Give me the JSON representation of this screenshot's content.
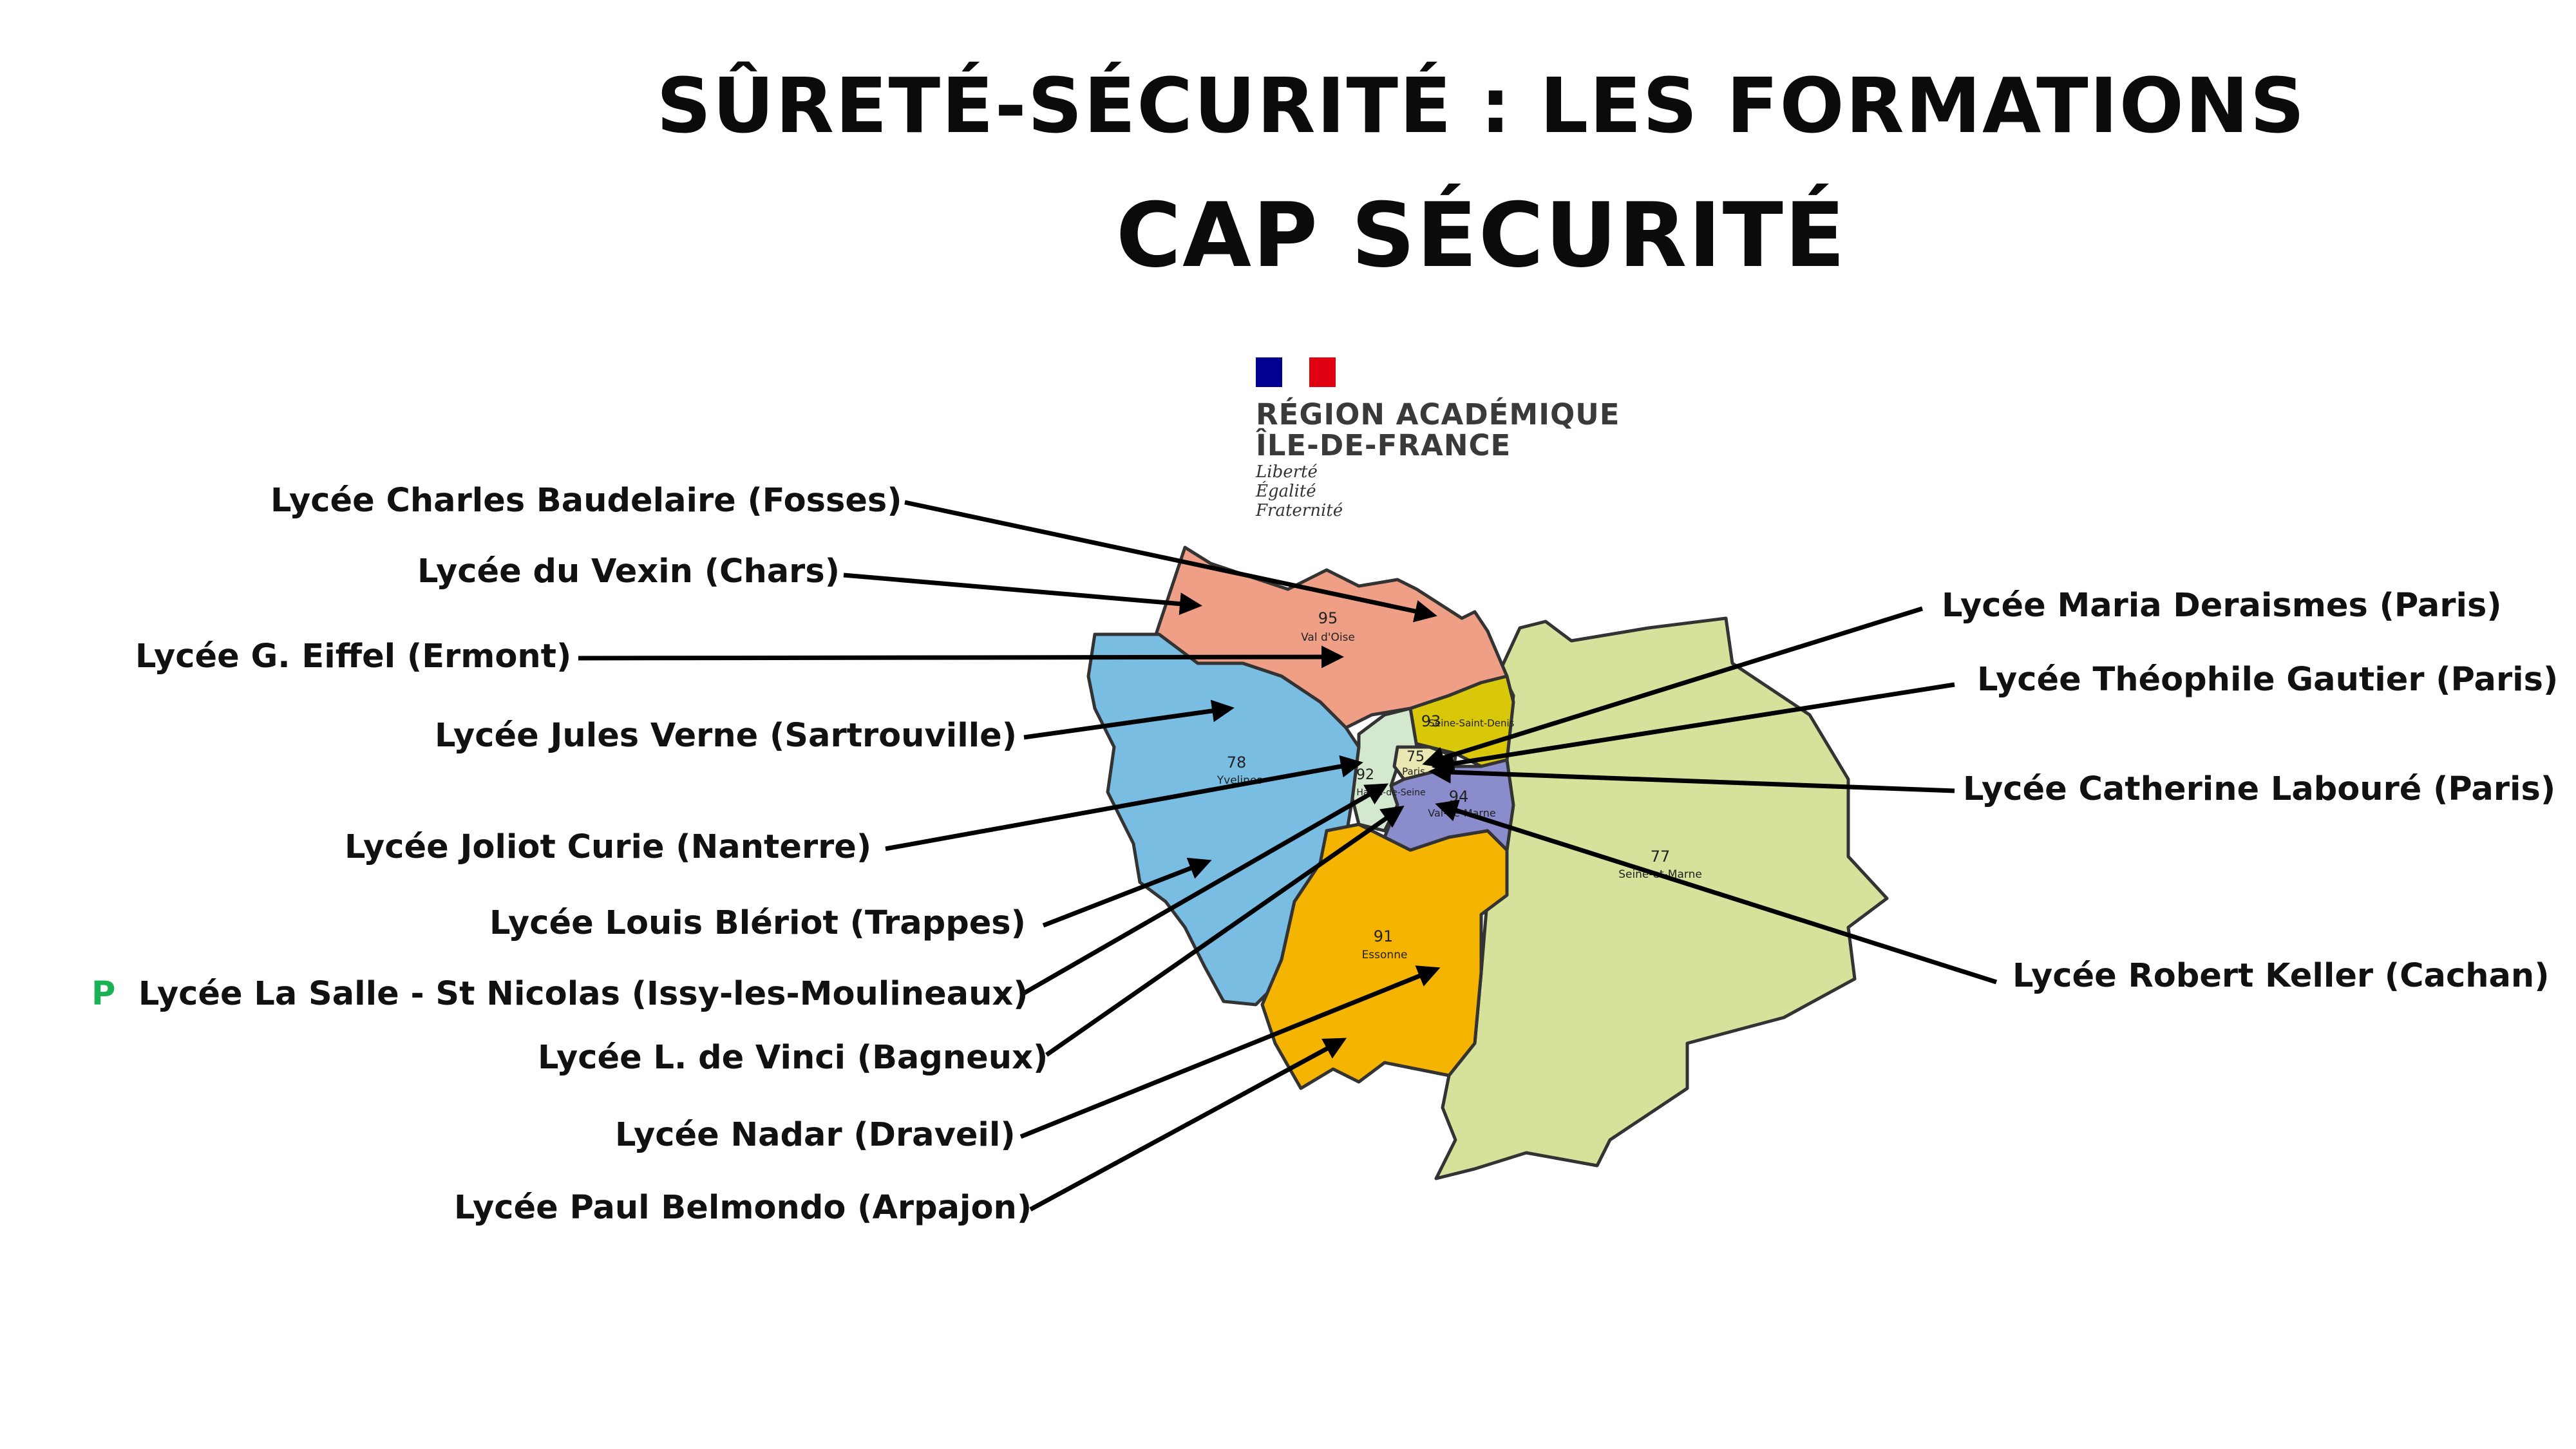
{
  "title": {
    "line1": "SÛRETÉ-SÉCURITÉ : LES FORMATIONS",
    "line2": "CAP SÉCURITÉ"
  },
  "logo": {
    "line1": "RÉGION ACADÉMIQUE",
    "line2": "ÎLE-DE-FRANCE",
    "motto": [
      "Liberté",
      "Égalité",
      "Fraternité"
    ],
    "flag_colors": [
      "#000091",
      "#ffffff",
      "#e1000f"
    ]
  },
  "departments": [
    {
      "num": "95",
      "name": "Val d'Oise",
      "color": "#f09f87"
    },
    {
      "num": "78",
      "name": "Yvelines",
      "color": "#79bde3"
    },
    {
      "num": "93",
      "name": "Seine-Saint-Denis",
      "color": "#d9c70a"
    },
    {
      "num": "75",
      "name": "Paris",
      "color": "#e9e7b2"
    },
    {
      "num": "92",
      "name": "Hauts-de-Seine",
      "color": "#d4e8d0"
    },
    {
      "num": "94",
      "name": "Val-de-Marne",
      "color": "#8b8ccb"
    },
    {
      "num": "91",
      "name": "Essonne",
      "color": "#f5b400"
    },
    {
      "num": "77",
      "name": "Seine-et-Marne",
      "color": "#d6e19b"
    }
  ],
  "schools_left": [
    {
      "name": "Lycée Charles Baudelaire (Fosses)"
    },
    {
      "name": "Lycée du Vexin (Chars)"
    },
    {
      "name": "Lycée G. Eiffel (Ermont)"
    },
    {
      "name": "Lycée Jules Verne (Sartrouville)"
    },
    {
      "name": "Lycée Joliot Curie (Nanterre)"
    },
    {
      "name": "Lycée Louis Blériot (Trappes)"
    },
    {
      "name": "Lycée La Salle - St Nicolas (Issy-les-Moulineaux)",
      "marker": "P",
      "marker_color": "#1bb154"
    },
    {
      "name": "Lycée L. de Vinci (Bagneux)"
    },
    {
      "name": "Lycée Nadar (Draveil)"
    },
    {
      "name": "Lycée Paul Belmondo (Arpajon)"
    }
  ],
  "schools_right": [
    {
      "name": "Lycée Maria Deraismes (Paris)"
    },
    {
      "name": "Lycée Théophile Gautier (Paris)"
    },
    {
      "name": "Lycée Catherine Labouré (Paris)"
    },
    {
      "name": "Lycée Robert Keller (Cachan)"
    }
  ]
}
